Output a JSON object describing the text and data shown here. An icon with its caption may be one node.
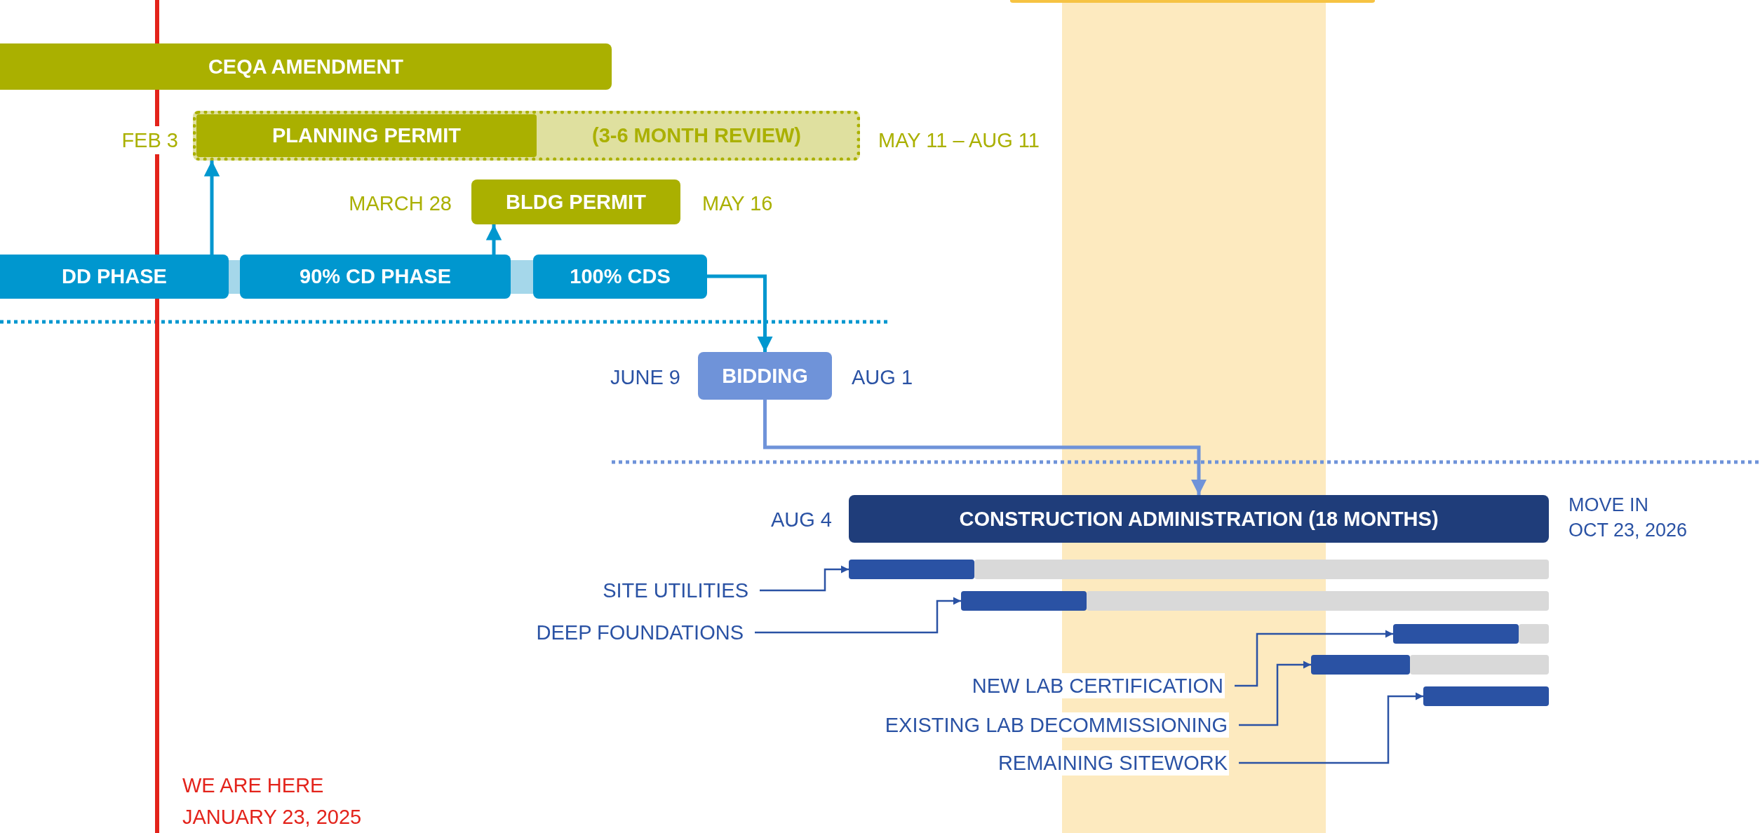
{
  "diagram": {
    "nodes": [
      {
        "text": [
          "CEQA AMENDMENT"
        ]
      },
      {
        "text": [
          "PLANNING PERMIT",
          "(3-6 MONTH REVIEW)"
        ],
        "beside": [
          "FEB 3",
          "MAY 11 – AUG 11"
        ]
      },
      {
        "text": [
          "BLDG PERMIT"
        ],
        "beside": [
          "MARCH 28",
          "MAY 16"
        ]
      },
      {
        "text": [
          "DD PHASE"
        ]
      },
      {
        "text": [
          "90% CD PHASE"
        ]
      },
      {
        "text": [
          "100% CDS"
        ]
      },
      {
        "text": [
          "BIDDING"
        ],
        "beside": [
          "JUNE 9",
          "AUG 1"
        ]
      },
      {
        "text": [
          "CONSTRUCTION ADMINISTRATION (18 MONTHS)"
        ],
        "beside": [
          "AUG 4",
          "MOVE IN OCT 23, 2026"
        ]
      },
      {
        "text": [
          "SITE UTILITIES"
        ]
      },
      {
        "text": [],
        "shape": "bar"
      },
      {
        "text": [
          "DEEP FOUNDATIONS"
        ]
      },
      {
        "text": [],
        "shape": "bar"
      },
      {
        "text": [
          "NEW LAB CERTIFICATION"
        ]
      },
      {
        "text": [],
        "shape": "bar"
      },
      {
        "text": [
          "EXISTING LAB DECOMMISSIONING"
        ]
      },
      {
        "text": [],
        "shape": "bar"
      },
      {
        "text": [
          "REMAINING SITEWORK"
        ]
      },
      {
        "text": [],
        "shape": "bar"
      }
    ],
    "edges": [
      {
        "from": 3,
        "to": 1,
        "arrow": "to",
        "color": "#0097cf"
      },
      {
        "from": 4,
        "to": 2,
        "arrow": "to",
        "color": "#0097cf"
      },
      {
        "from": 5,
        "to": 6,
        "arrow": "to",
        "color": "#0097cf"
      },
      {
        "from": 6,
        "to": 7,
        "arrow": "to",
        "color": "#6f93d9"
      },
      {
        "from": 8,
        "to": 9,
        "arrow": "to"
      },
      {
        "from": 10,
        "to": 11,
        "arrow": "to"
      },
      {
        "from": 12,
        "to": 13,
        "arrow": "to"
      },
      {
        "from": 14,
        "to": 15,
        "arrow": "to"
      },
      {
        "from": 16,
        "to": 17,
        "arrow": "to"
      }
    ],
    "labels": [
      "WE ARE HERE JANUARY 23, 2025"
    ]
  }
}
